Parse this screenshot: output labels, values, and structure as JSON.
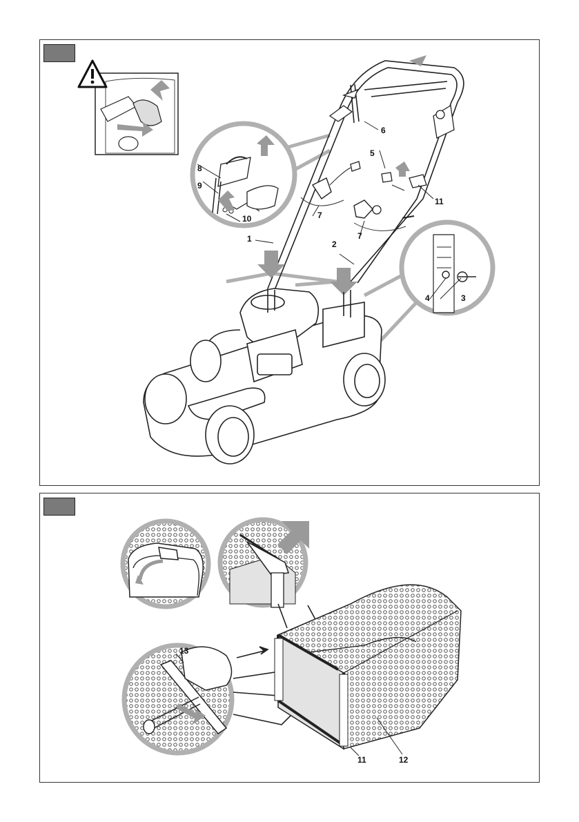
{
  "colors": {
    "line": "#222222",
    "arrow_grey": "#9a9a9a",
    "callout_ring": "#b0b0b0",
    "tag_grey": "#7a7a7a",
    "mesh": "#555555",
    "panel_fill": "#e3e3e3"
  },
  "icons": {
    "warning": "warning-triangle-icon",
    "arrows": "grey-direction-arrow-icon"
  },
  "figure1": {
    "labels": {
      "l1": "1",
      "l2": "2",
      "l3": "3",
      "l4": "4",
      "l5": "5",
      "l6": "6",
      "l7a": "7",
      "l7b": "7",
      "l8": "8",
      "l9": "9",
      "l10": "10",
      "l11": "11"
    }
  },
  "figure2": {
    "labels": {
      "l11": "11",
      "l12": "12",
      "l13": "13"
    }
  }
}
